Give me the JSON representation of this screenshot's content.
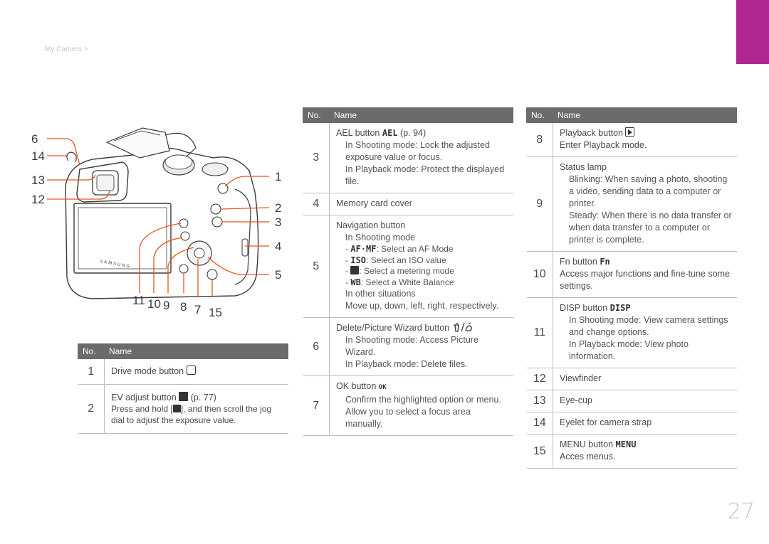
{
  "header": {
    "breadcrumb": "My Camera >"
  },
  "page_number": "27",
  "callouts": [
    "15",
    "14",
    "13",
    "12",
    "1",
    "2",
    "3",
    "4",
    "5",
    "11",
    "10",
    "9",
    "8",
    "7",
    "6"
  ],
  "camera_brand": "SAMSUNG",
  "col_headers": {
    "no": "No.",
    "name": "Name"
  },
  "table1": [
    {
      "no": "1",
      "title": "Drive mode button"
    },
    {
      "no": "2",
      "title": "EV adjust button",
      "page": "(p. 77)",
      "desc_a": "Press and hold [",
      "desc_b": "], and then scroll the jog dial to adjust the exposure value."
    }
  ],
  "table2": {
    "r3": {
      "no": "3",
      "title": "AEL button",
      "glyph": "AEL",
      "page": "(p. 94)",
      "shoot_label": "In Shooting mode",
      "shoot_text": ": Lock the adjusted exposure value or focus.",
      "play_label": "In Playback mode",
      "play_text": ": Protect the displayed file."
    },
    "r4": {
      "no": "4",
      "title": "Memory card cover"
    },
    "r5": {
      "no": "5",
      "title": "Navigation button",
      "sub1": "In Shooting mode",
      "items": [
        {
          "dash": "-",
          "glyph": "AF·MF",
          "text": ": Select an AF Mode"
        },
        {
          "dash": "-",
          "glyph": "ISO",
          "text": ": Select an ISO value"
        },
        {
          "dash": "-",
          "glyph": "",
          "text": ": Select a metering mode"
        },
        {
          "dash": "-",
          "glyph": "WB",
          "text": ": Select a White Balance"
        }
      ],
      "sub2": "In other situations",
      "sub2_text": "Move up, down, left, right, respectively."
    },
    "r6": {
      "no": "6",
      "title": "Delete/Picture Wizard button",
      "shoot_label": "In Shooting mode",
      "shoot_text": ": Access Picture Wizard.",
      "play_label": "In Playback mode",
      "play_text": ": Delete files."
    },
    "r7": {
      "no": "7",
      "title": "OK button",
      "glyph": "OK",
      "line1": "Confirm the highlighted option or menu.",
      "line2": "Allow you to select a focus area manually."
    }
  },
  "table3": {
    "r8": {
      "no": "8",
      "title": "Playback button",
      "desc": "Enter Playback mode."
    },
    "r9": {
      "no": "9",
      "title": "Status lamp",
      "b1": "Blinking",
      "t1": ": When saving a photo, shooting a video, sending data to a computer or printer.",
      "b2": "Steady",
      "t2": ": When there is no data transfer or when data transfer to a computer or printer is complete."
    },
    "r10": {
      "no": "10",
      "title": "Fn button",
      "glyph": "Fn",
      "desc": "Access major functions and fine-tune some settings."
    },
    "r11": {
      "no": "11",
      "title": "DISP button",
      "glyph": "DISP",
      "shoot_label": "In Shooting mode",
      "shoot_text": ": View camera settings and change options.",
      "play_label": "In Playback mode",
      "play_text": ": View photo information."
    },
    "r12": {
      "no": "12",
      "title": "Viewfinder"
    },
    "r13": {
      "no": "13",
      "title": "Eye-cup"
    },
    "r14": {
      "no": "14",
      "title": "Eyelet for camera strap"
    },
    "r15": {
      "no": "15",
      "title": "MENU button",
      "glyph": "MENU",
      "desc": "Acces menus."
    }
  },
  "colors": {
    "accent_tab": "#b0278f",
    "callout_line": "#e8541e",
    "header_bg": "#6b6b6b"
  }
}
